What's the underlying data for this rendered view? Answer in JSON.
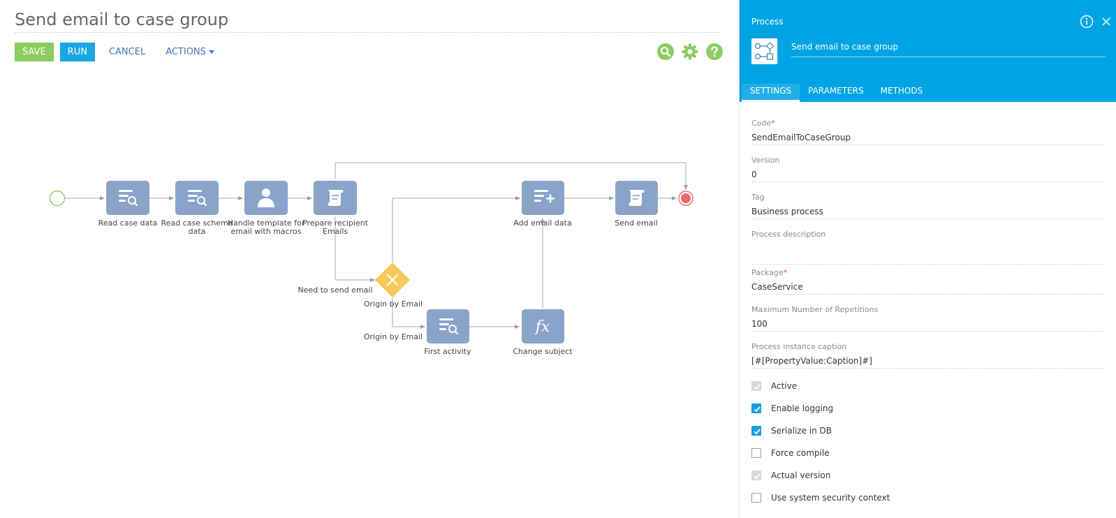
{
  "page": {
    "title": "Send email to case group"
  },
  "toolbar": {
    "save": "SAVE",
    "run": "RUN",
    "cancel": "CANCEL",
    "actions": "ACTIONS"
  },
  "toolbar_icons": [
    "search-icon",
    "gear-icon",
    "help-icon"
  ],
  "diagram": {
    "nodes": [
      {
        "id": "read-case-data",
        "label1": "Read case data",
        "label2": ""
      },
      {
        "id": "read-case-schema-data",
        "label1": "Read case schema",
        "label2": "data"
      },
      {
        "id": "handle-template",
        "label1": "Handle template for",
        "label2": "email with macros"
      },
      {
        "id": "prepare-recipient",
        "label1": "Prepare recipient",
        "label2": "Emails"
      },
      {
        "id": "add-email-data",
        "label1": "Add email data",
        "label2": ""
      },
      {
        "id": "send-email",
        "label1": "Send email",
        "label2": ""
      },
      {
        "id": "first-activity",
        "label1": "First activity",
        "label2": ""
      },
      {
        "id": "change-subject",
        "label1": "Change subject",
        "label2": ""
      }
    ],
    "gateway_labels": {
      "need_to_send": "Need to send email",
      "origin_top": "Origin by Email",
      "origin_bottom": "Origin by Email"
    },
    "formula_symbol": "fx"
  },
  "panel": {
    "label": "Process",
    "process_name": "Send email to case group",
    "tabs": [
      "SETTINGS",
      "PARAMETERS",
      "METHODS"
    ],
    "fields": [
      {
        "label": "Code",
        "required": "*",
        "value": "SendEmailToCaseGroup"
      },
      {
        "label": "Version",
        "required": "",
        "value": "0"
      },
      {
        "label": "Tag",
        "required": "",
        "value": "Business process"
      },
      {
        "label": "Process description",
        "required": "",
        "value": ""
      },
      {
        "label": "Package",
        "required": "*",
        "value": "CaseService"
      },
      {
        "label": "Maximum Number of Repetitions",
        "required": "",
        "value": "100"
      },
      {
        "label": "Process instance caption",
        "required": "",
        "value": "[#[PropertyValue:Caption]#]"
      }
    ],
    "checks": [
      {
        "label": "Active",
        "state": "disabled-on"
      },
      {
        "label": "Enable logging",
        "state": "on"
      },
      {
        "label": "Serialize in DB",
        "state": "on"
      },
      {
        "label": "Force compile",
        "state": "off"
      },
      {
        "label": "Actual version",
        "state": "disabled-on"
      },
      {
        "label": "Use system security context",
        "state": "off"
      }
    ]
  },
  "colors": {
    "accent": "#00a4e4",
    "save": "#8ecb60",
    "run": "#1aa6e2",
    "node": "#8aa3c9",
    "gateway": "#f7c85a",
    "start": "#8ecb60",
    "end": "#f06a6a",
    "icon_green": "#8ecb60"
  }
}
